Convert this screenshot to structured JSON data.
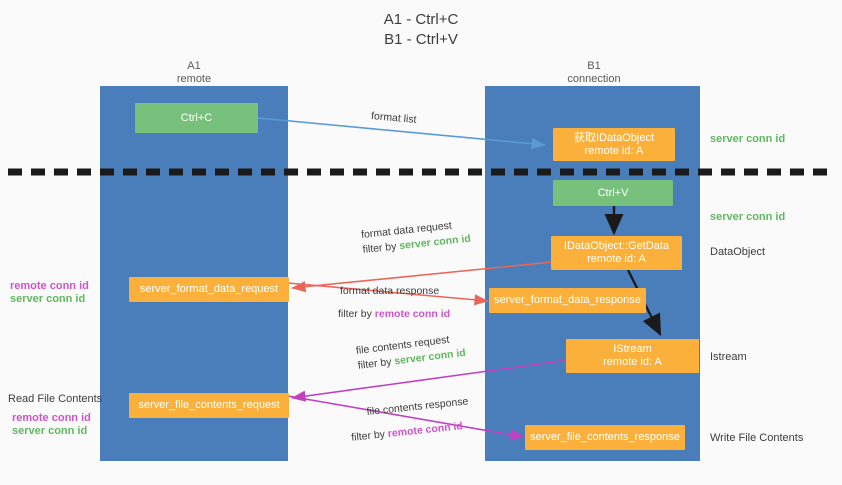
{
  "title": {
    "line1": "A1 - Ctrl+C",
    "line2": "B1 - Ctrl+V"
  },
  "lanes": [
    {
      "name": "A1",
      "sub": "remote"
    },
    {
      "name": "B1",
      "sub": "connection"
    }
  ],
  "boxes": {
    "ctrl_c": "Ctrl+C",
    "ctrl_v": "Ctrl+V",
    "get_idataobject_line1": "获取IDataObject",
    "get_idataobject_line2": "remote id: A",
    "getdata_line1": "IDataObject::GetData",
    "getdata_line2": "remote id: A",
    "istream_line1": "IStream",
    "istream_line2": "remote id: A",
    "server_format_data_request": "server_format_data_request",
    "server_format_data_response": "server_format_data_response",
    "server_file_contents_request": "server_file_contents_request",
    "server_file_contents_response": "server_file_contents_response"
  },
  "edges": {
    "format_list": "format list",
    "format_data_request": "format data request",
    "format_data_request_filter_prefix": "filter by ",
    "format_data_request_filter_value": "server conn id",
    "format_data_response": "format data response",
    "format_data_response_filter_prefix": "filter by ",
    "format_data_response_filter_value": "remote conn id",
    "file_contents_request": "file contents request",
    "file_contents_request_filter_prefix": "filter by ",
    "file_contents_request_filter_value": "server conn id",
    "file_contents_response": "file contents response",
    "file_contents_response_filter_prefix": "filter by ",
    "file_contents_response_filter_value": "remote conn id"
  },
  "right_labels": {
    "server_conn_id_top": "server conn id",
    "server_conn_id_second": "server conn id",
    "dataobject": "DataObject",
    "istream": "Istream",
    "write_file_contents": "Write File Contents"
  },
  "left_labels": {
    "remote_conn_id_1": "remote conn id",
    "server_conn_id_1": "server conn id",
    "read_file_contents": "Read File Contents",
    "remote_conn_id_2": "remote conn id",
    "server_conn_id_2": "server conn id"
  },
  "colors": {
    "lane": "#4a7ebb",
    "green_box": "#78c17c",
    "orange_box": "#fbb03b",
    "green_text": "#5fb85f",
    "magenta_text": "#cc55cc",
    "arrow_blue": "#5b9bd5",
    "arrow_red": "#e8675a",
    "arrow_magenta": "#c040c0",
    "arrow_dark": "#1a1a1a",
    "background": "#fafafa"
  }
}
